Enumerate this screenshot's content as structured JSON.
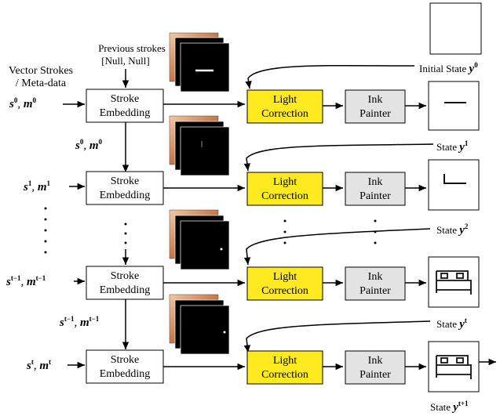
{
  "header": {
    "previous_strokes_line1": "Previous strokes",
    "previous_strokes_line2": "[Null, Null]",
    "input_label_line1": "Vector Strokes",
    "input_label_line2": "/ Meta-data"
  },
  "rows": [
    {
      "input_s": "s",
      "input_s_sup": "0",
      "input_m": "m",
      "input_m_sup": "0",
      "embed_line1": "Stroke",
      "embed_line2": "Embedding",
      "light_line1": "Light",
      "light_line2": "Correction",
      "ink_line1": "Ink",
      "ink_line2": "Painter",
      "state_label": "State ",
      "state_var": "y",
      "state_sup": "1"
    },
    {
      "input_s": "s",
      "input_s_sup": "1",
      "input_m": "m",
      "input_m_sup": "1",
      "embed_line1": "Stroke",
      "embed_line2": "Embedding",
      "light_line1": "Light",
      "light_line2": "Correction",
      "ink_line1": "Ink",
      "ink_line2": "Painter",
      "state_label": "State ",
      "state_var": "y",
      "state_sup": "2"
    },
    {
      "input_s": "s",
      "input_s_sup": "t−1",
      "input_m": "m",
      "input_m_sup": "t−1",
      "embed_line1": "Stroke",
      "embed_line2": "Embedding",
      "light_line1": "Light",
      "light_line2": "Correction",
      "ink_line1": "Ink",
      "ink_line2": "Painter",
      "state_label": "State ",
      "state_var": "y",
      "state_sup": "t"
    },
    {
      "input_s": "s",
      "input_s_sup": "t",
      "input_m": "m",
      "input_m_sup": "t",
      "embed_line1": "Stroke",
      "embed_line2": "Embedding",
      "light_line1": "Light",
      "light_line2": "Correction",
      "ink_line1": "Ink",
      "ink_line2": "Painter",
      "state_label": "State ",
      "state_var": "y",
      "state_sup": "t+1"
    }
  ],
  "initial_state": {
    "label": "Initial State ",
    "var": "y",
    "sup": "0"
  },
  "between_labels": [
    {
      "s": "s",
      "s_sup": "0",
      "m": "m",
      "m_sup": "0"
    },
    {
      "s": "s",
      "s_sup": "t−1",
      "m": "m",
      "m_sup": "t−1"
    }
  ],
  "colors": {
    "light_box_fill": "#ffe91f",
    "ink_box_fill": "#e3e3e3",
    "embed_box_fill": "#ffffff",
    "feature_back": "#c8845a",
    "feature_front": "#000000",
    "line": "#000000"
  }
}
